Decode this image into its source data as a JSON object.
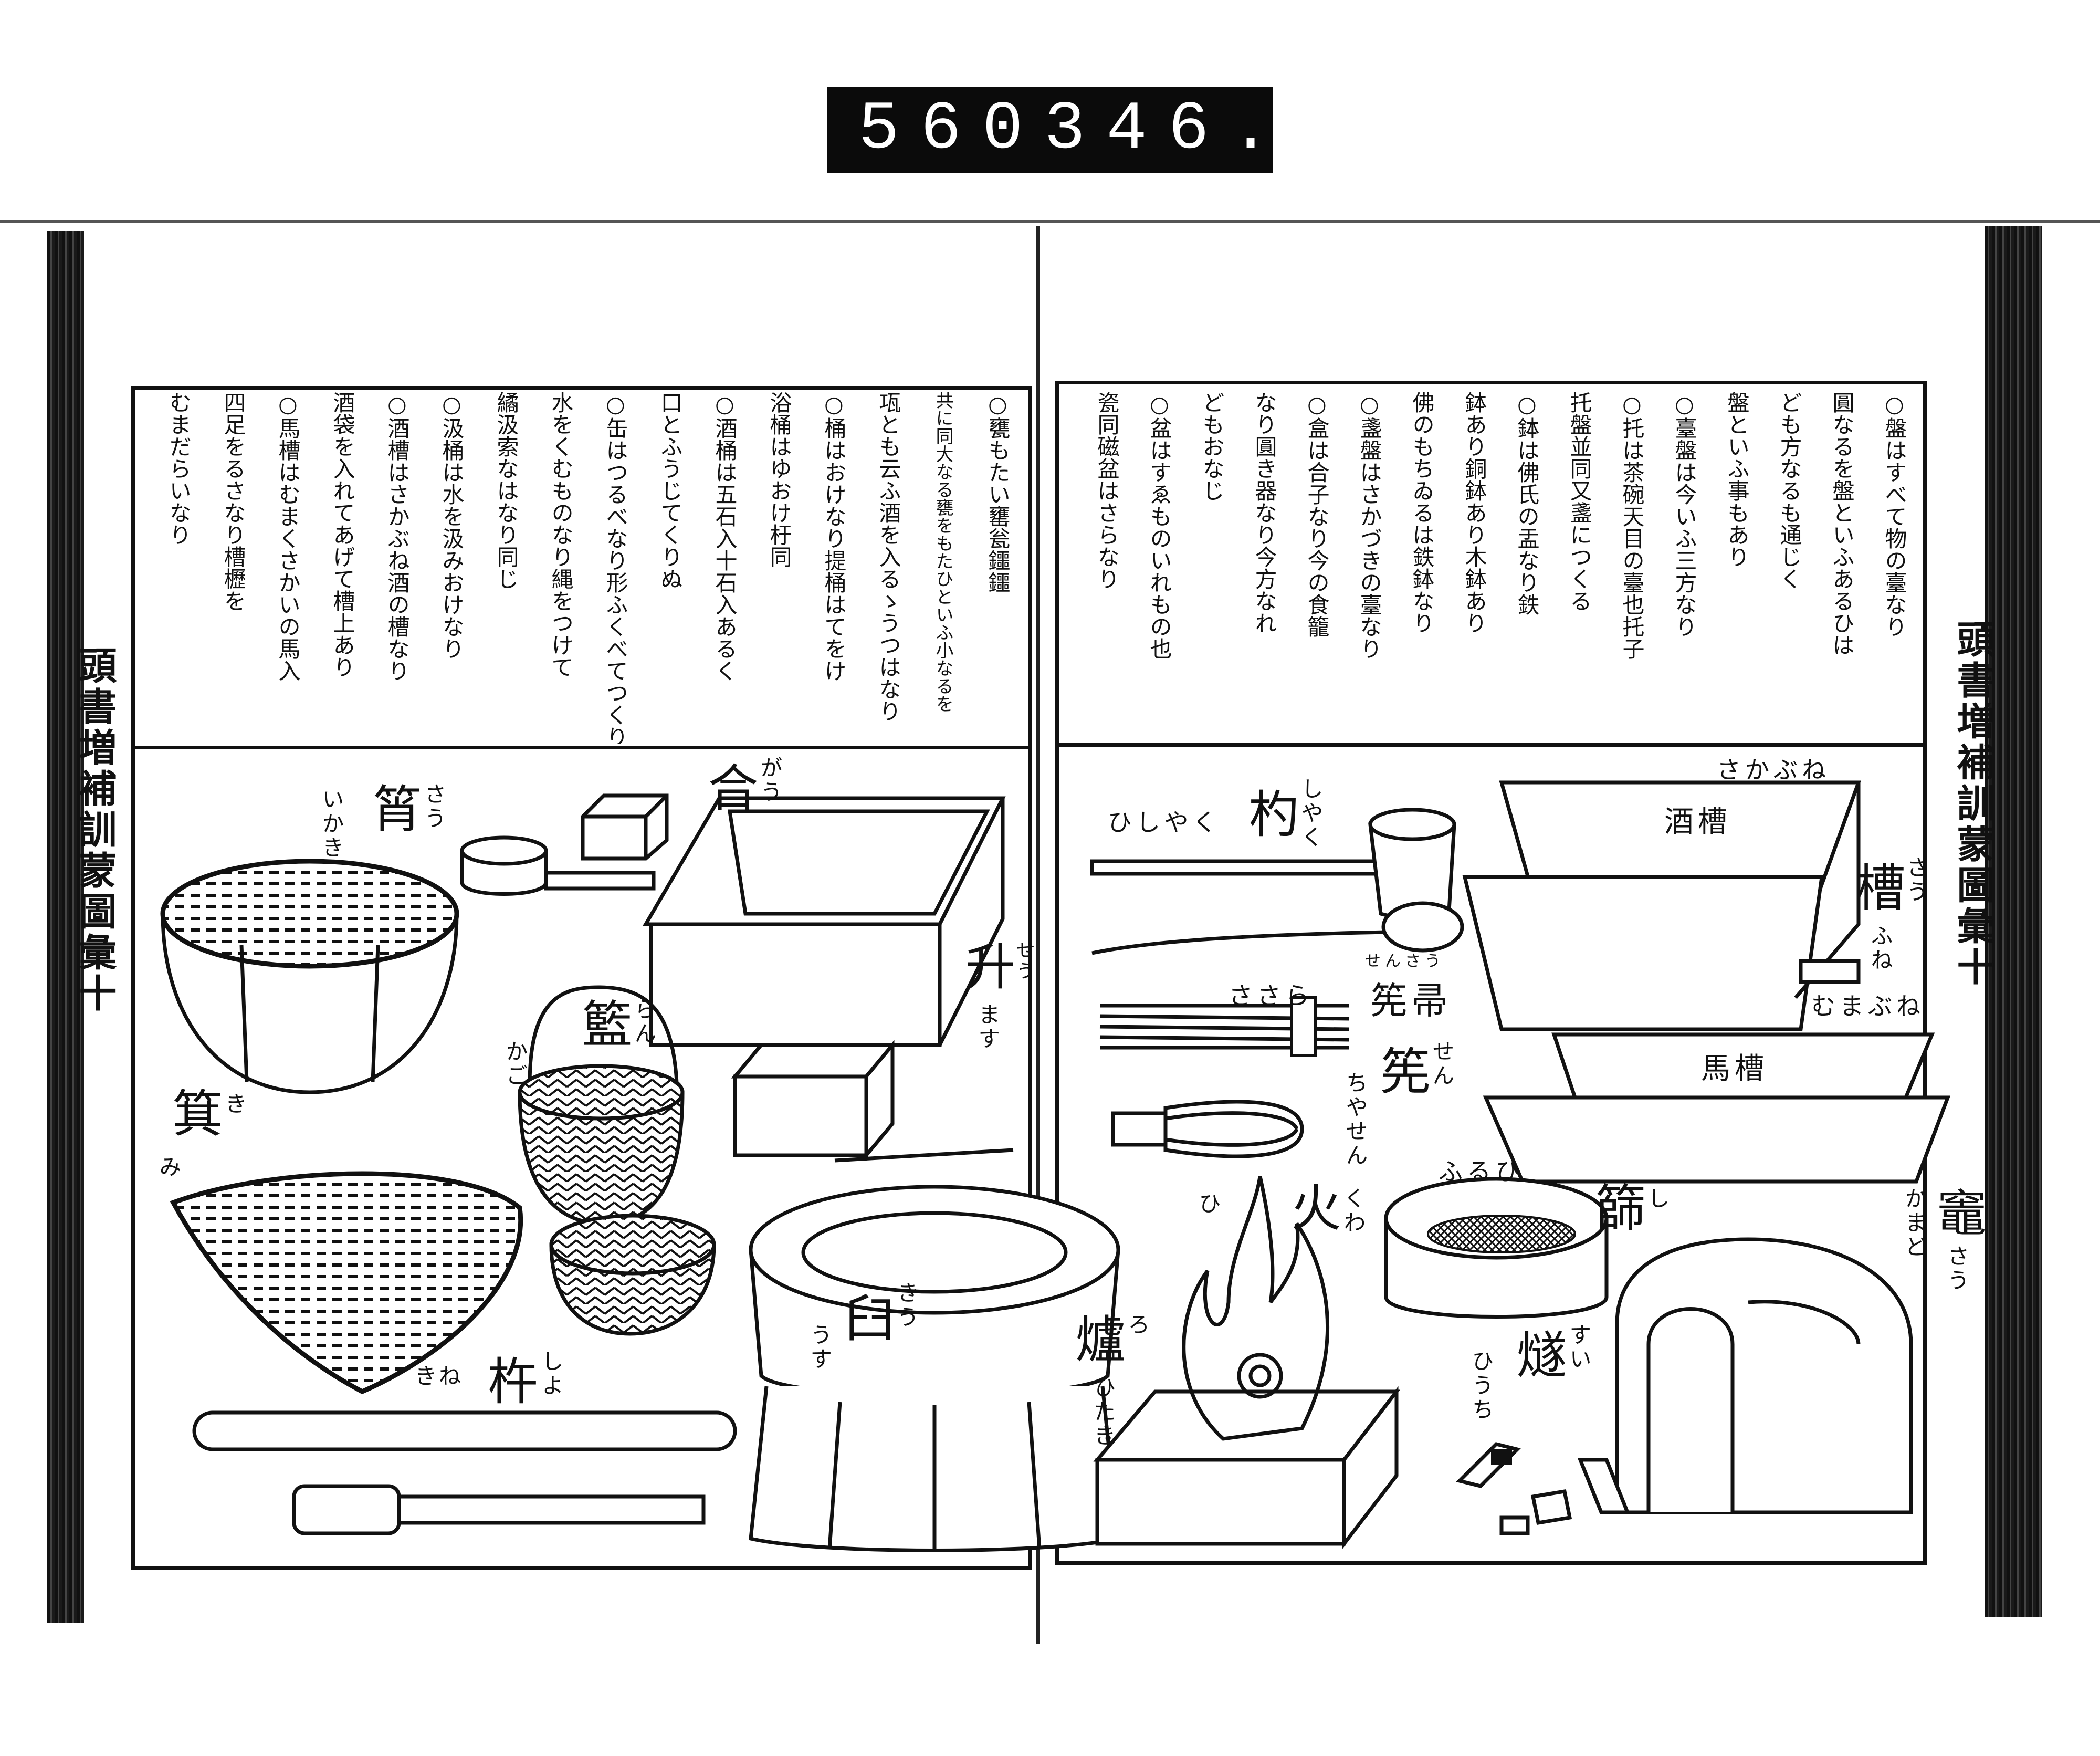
{
  "counter": {
    "left": "560",
    "right": "346."
  },
  "margin_titles": {
    "left": "頭書増補訓蒙圖彙十",
    "right": "頭書増補訓蒙圖彙十"
  },
  "left_page_text": [
    "○甕もたい罋瓮鑩鑩",
    "共に同大なる甕をもたひといふ小なるを",
    "瓨とも云ふ酒を入るゝうつはなり",
    "○桶はおけなり提桶はてをけ",
    "浴桶はゆおけ杅同",
    "○酒桶は五石入十石入あるく",
    "口とふうじてくりぬ",
    "○缶はつるべなり形ふくべてつくり",
    "水をくむものなり縄をつけて",
    "繘汲索なはなり同じ",
    "○汲桶は水を汲みおけなり",
    "○酒槽はさかぶね酒の槽なり",
    "酒袋を入れてあげて槽上あり",
    "○馬槽はむまくさかいの馬入",
    "四足をるさなり槽櫪を",
    "むまだらいなり"
  ],
  "right_page_text": [
    "○盤はすべて物の臺なり",
    "圓なるを盤といふあるひは",
    "ども方なるも通じく",
    "盤といふ事もあり",
    "○臺盤は今いふ三方なり",
    "○托は茶碗天目の臺也托子",
    "托盤並同又盞につくる",
    "○鉢は佛氏の盂なり鉄",
    "鉢あり銅鉢あり木鉢あり",
    "佛のもちゐるは鉄鉢なり",
    "○盞盤はさかづきの臺なり",
    "○盒は合子なり今の食籠",
    "なり圓き器なり今方なれ",
    "どもおなじ",
    "○盆はすゑものいれもの也",
    "瓷同磁盆はさらなり"
  ],
  "left_labels": {
    "shou": {
      "kanji": "筲",
      "reading": "さう",
      "gloss": "いかき"
    },
    "gou": {
      "kanji": "合",
      "reading": "がう"
    },
    "masu": {
      "kanji": "升",
      "reading": "せう",
      "gloss": "ます"
    },
    "ran": {
      "kanji": "籃",
      "reading": "らん",
      "gloss": "かご"
    },
    "mi": {
      "kanji": "箕",
      "reading": "き",
      "gloss": "み"
    },
    "kine": {
      "kanji": "杵",
      "reading": "しよ",
      "gloss": "きね"
    },
    "usu": {
      "kanji": "臼",
      "reading": "きう",
      "gloss": "うす"
    }
  },
  "right_labels": {
    "hishaku": {
      "kanji": "杓",
      "reading": "しやく",
      "gloss": "ひしやく"
    },
    "sakabune_top": "さかぶね",
    "sakabune_inner": "酒槽",
    "sou": {
      "kanji": "槽",
      "reading": "さう",
      "gloss": "ふね"
    },
    "umabune": "むまぶね",
    "umabune_inner": "馬槽",
    "sasara": {
      "kanji": "筅帚",
      "reading": "せんさう",
      "gloss": "ささら"
    },
    "chasen": {
      "kanji": "筅",
      "reading": "せん",
      "gloss": "ちやせん"
    },
    "furui_top": "ふるひ",
    "furui": {
      "kanji": "篩",
      "reading": "し"
    },
    "hi": {
      "kanji": "火",
      "reading": "くわ",
      "gloss": "ひ"
    },
    "kamado": {
      "kanji": "竈",
      "reading": "さう",
      "gloss": "かまど"
    },
    "ro": {
      "kanji": "爐",
      "reading": "ろ",
      "gloss": "ひたき"
    },
    "hiuchi": {
      "kanji": "燧",
      "reading": "すい",
      "gloss": "ひうち"
    }
  }
}
